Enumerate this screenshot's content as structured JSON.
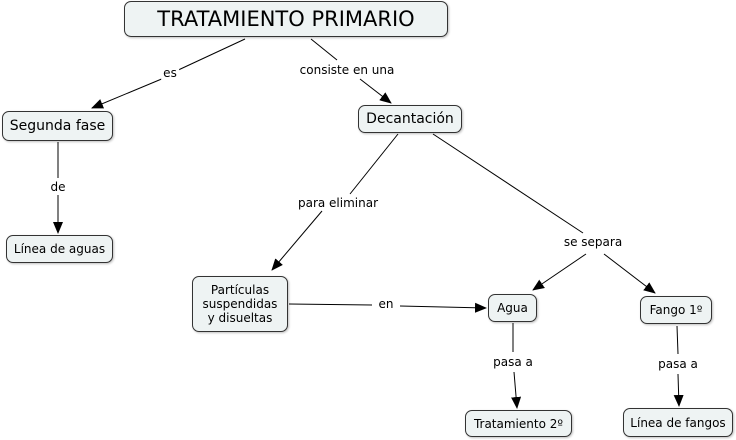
{
  "nodes": {
    "root": "TRATAMIENTO PRIMARIO",
    "segunda_fase": "Segunda fase",
    "decantacion": "Decantación",
    "linea_aguas": "Línea de aguas",
    "particulas": "Partículas\nsuspendidas\ny disueltas",
    "agua": "Agua",
    "fango": "Fango 1º",
    "tratamiento2": "Tratamiento 2º",
    "linea_fangos": "Línea de fangos"
  },
  "links": {
    "es": "es",
    "consiste": "consiste en una",
    "de": "de",
    "para_eliminar": "para eliminar",
    "se_separa": "se separa",
    "en": "en",
    "pasa_a_agua": "pasa a",
    "pasa_a_fango": "pasa a"
  },
  "colors": {
    "node_fill": "#eef3f3",
    "node_border": "#333333",
    "line": "#000000"
  }
}
